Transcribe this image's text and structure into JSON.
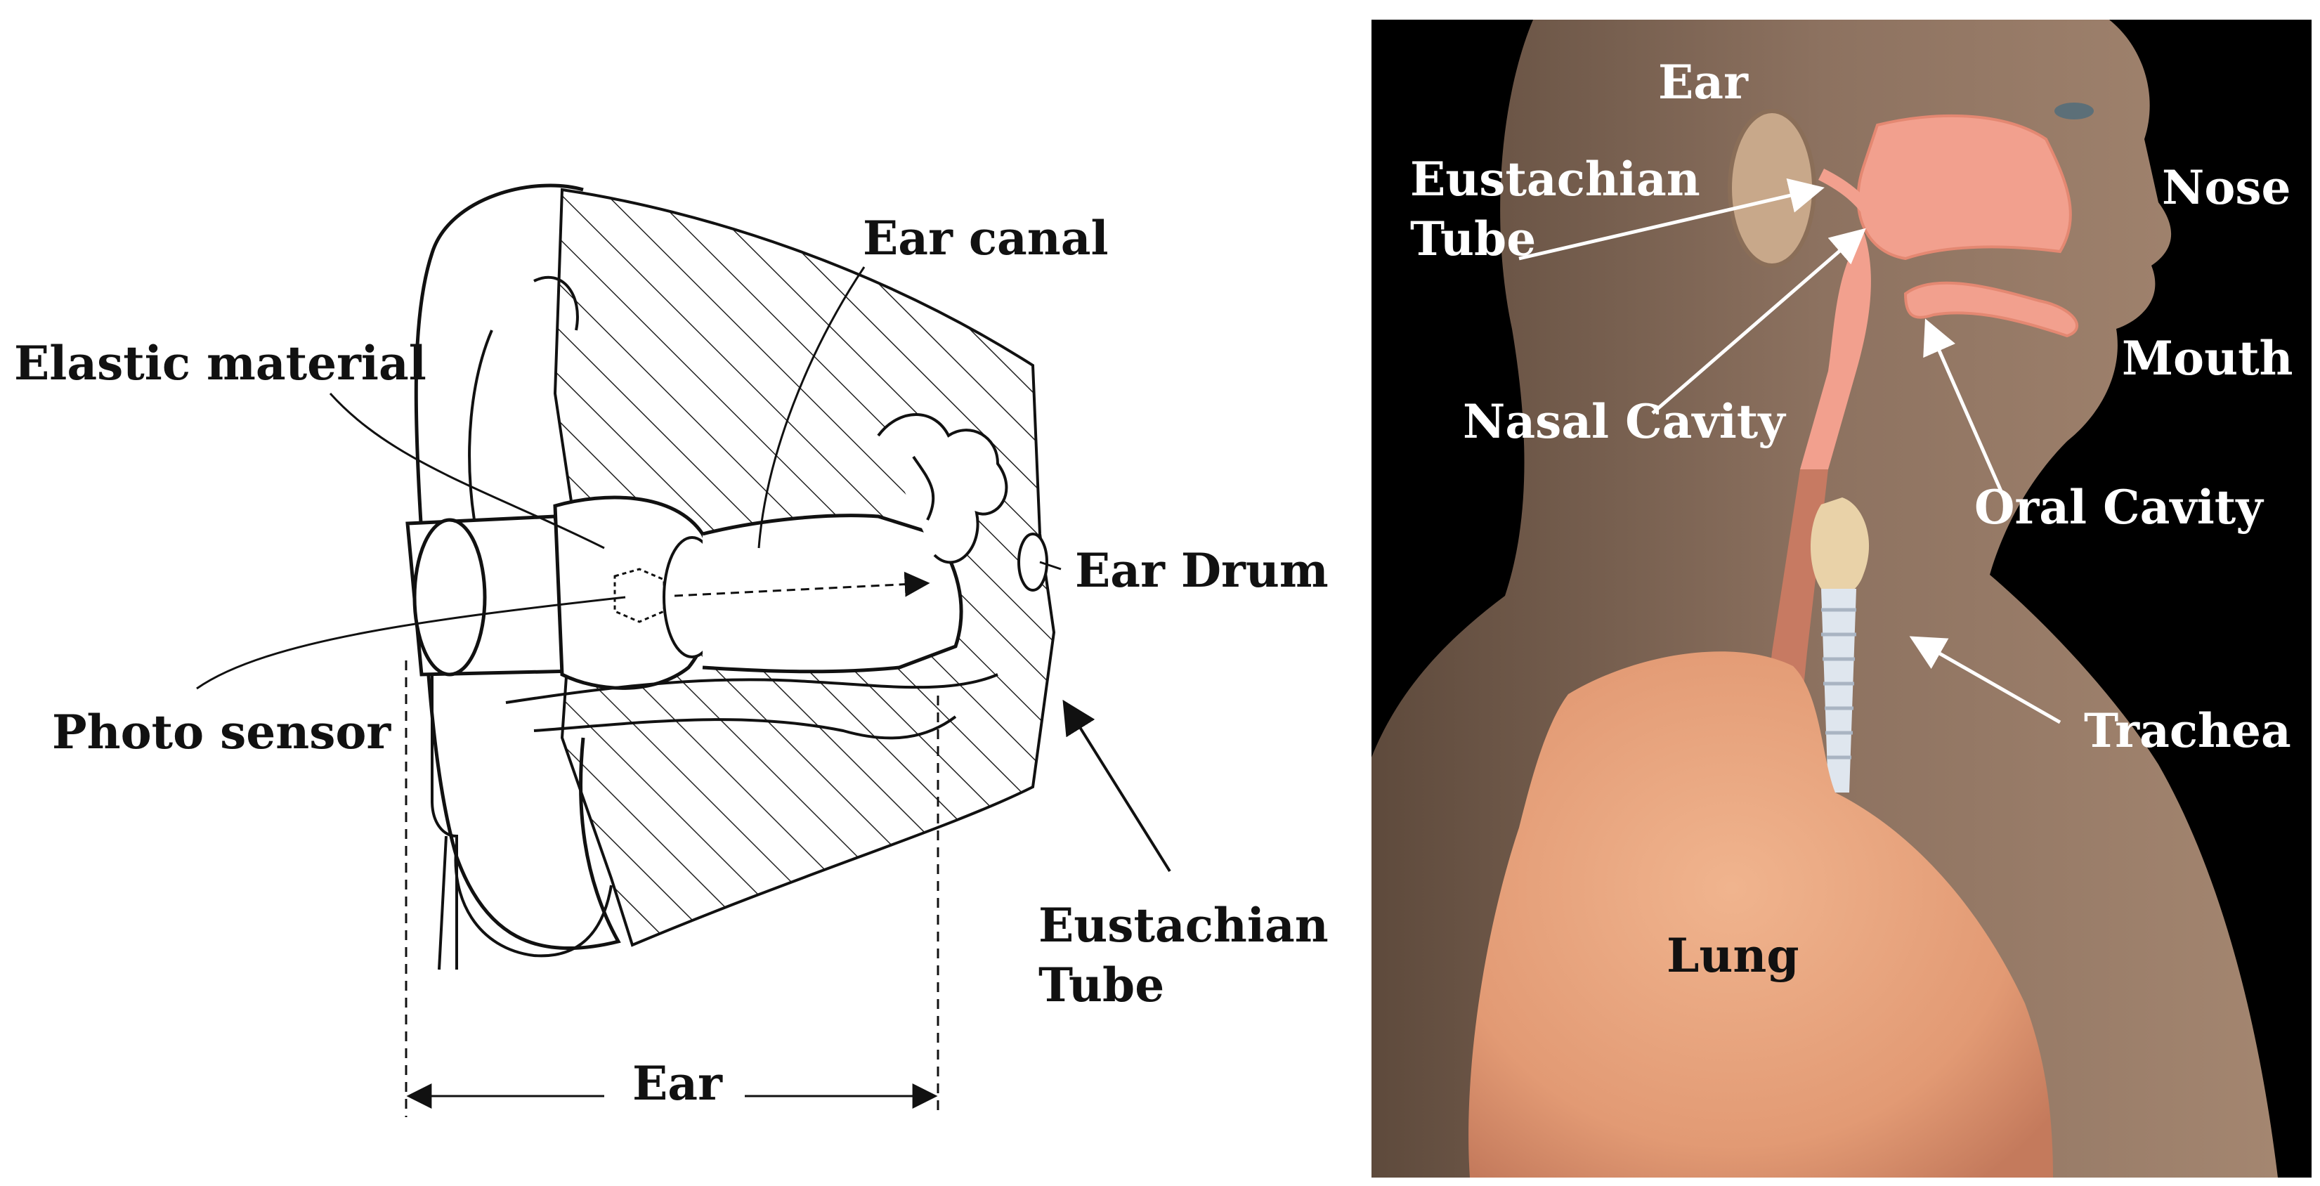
{
  "left_diagram": {
    "labels": {
      "ear_canal": "Ear canal",
      "elastic_material": "Elastic material",
      "ear_drum": "Ear Drum",
      "photo_sensor": "Photo sensor",
      "eustachian_tube_line1": "Eustachian",
      "eustachian_tube_line2": "Tube",
      "ear_span": "Ear"
    }
  },
  "right_diagram": {
    "labels": {
      "ear": "Ear",
      "eustachian_tube_line1": "Eustachian",
      "eustachian_tube_line2": "Tube",
      "nose": "Nose",
      "mouth": "Mouth",
      "nasal_cavity": "Nasal Cavity",
      "oral_cavity": "Oral Cavity",
      "trachea": "Trachea",
      "lung": "Lung"
    },
    "colors": {
      "background": "#000000",
      "skin": "#8a6e58",
      "airway": "#f2a08e",
      "lung": "#e8a27e",
      "cartilage": "#e9d2a8",
      "trachea_rings": "#dfe6ee"
    }
  }
}
